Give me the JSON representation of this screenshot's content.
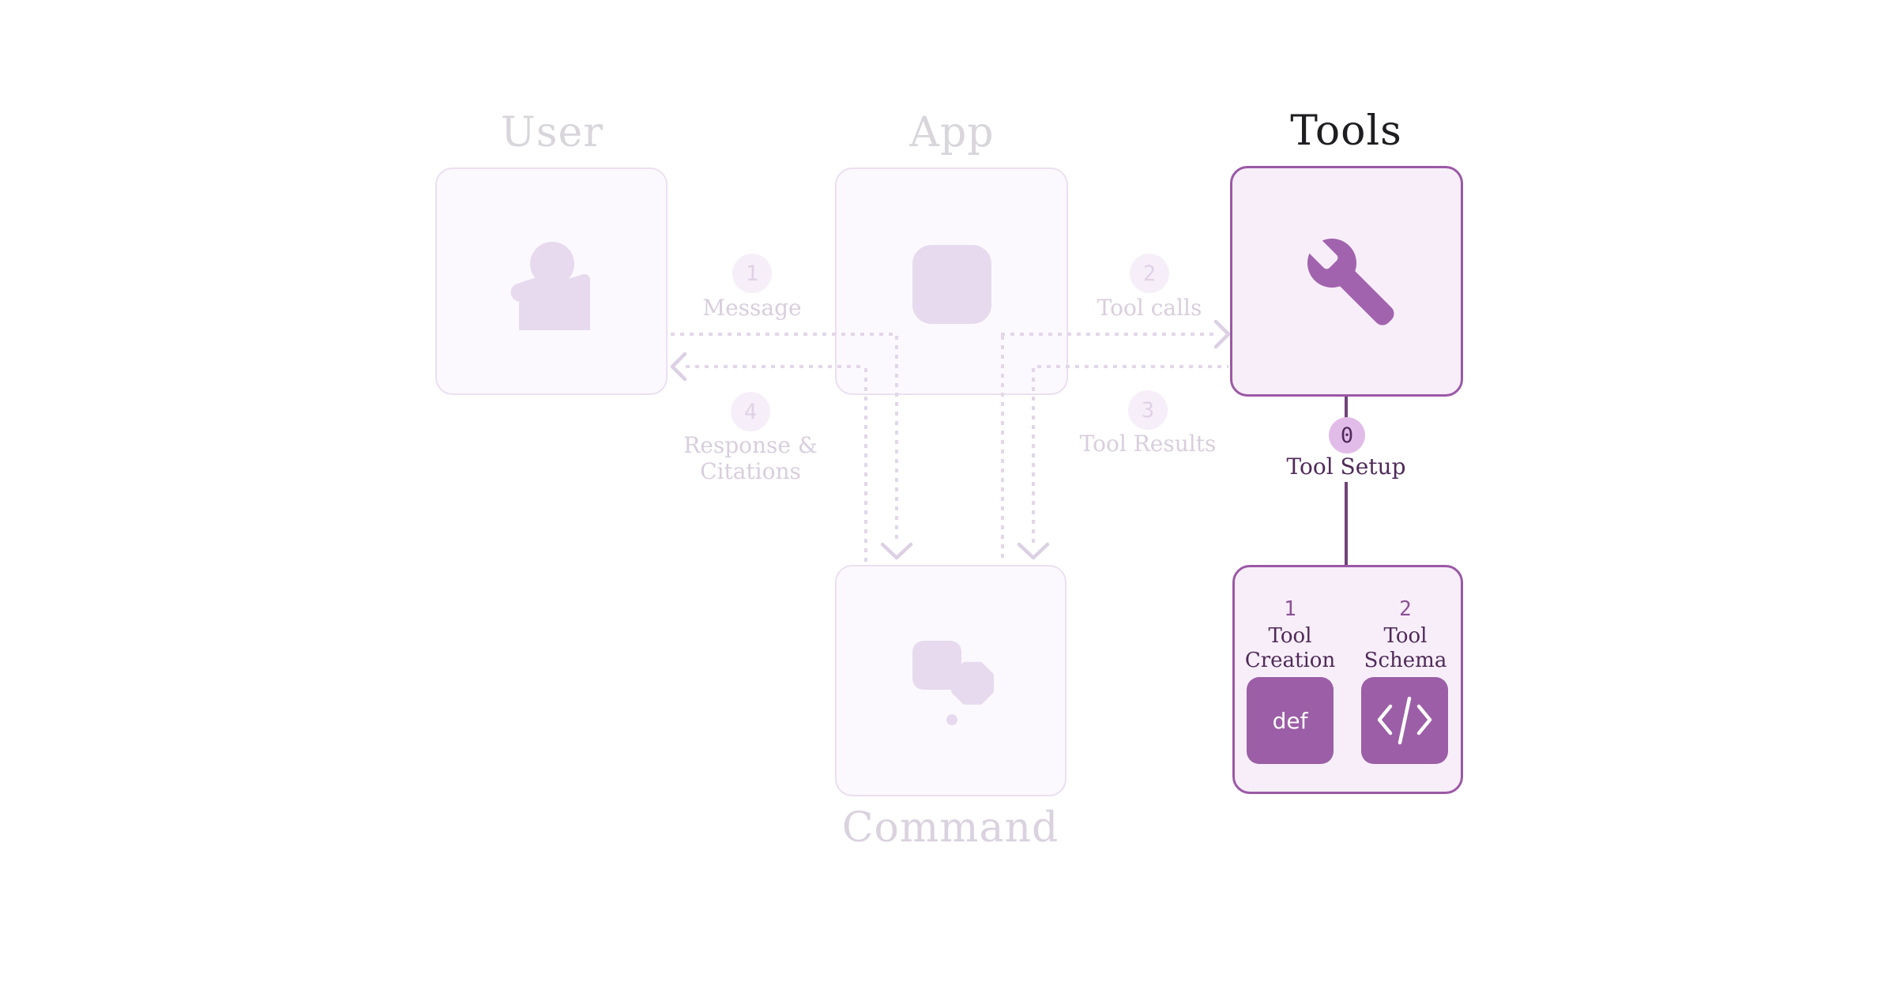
{
  "nodes": {
    "user": {
      "title": "User"
    },
    "app": {
      "title": "App"
    },
    "tools": {
      "title": "Tools"
    },
    "command": {
      "title": "Command"
    }
  },
  "flows": {
    "message": {
      "num": "1",
      "label": "Message"
    },
    "tool_calls": {
      "num": "2",
      "label": "Tool calls"
    },
    "tool_results": {
      "num": "3",
      "label": "Tool Results"
    },
    "response": {
      "num": "4",
      "line1": "Response &",
      "line2": "Citations"
    }
  },
  "tool_setup": {
    "badge": "0",
    "label": "Tool Setup",
    "steps": {
      "creation": {
        "num": "1",
        "line1": "Tool",
        "line2": "Creation",
        "chip_label": "def"
      },
      "schema": {
        "num": "2",
        "line1": "Tool",
        "line2": "Schema"
      }
    }
  },
  "icons": {
    "user": "person-icon",
    "app": "app-tile-icon",
    "tools": "wrench-icon",
    "command": "command-logo-icon",
    "schema_chip": "code-icon"
  },
  "colors": {
    "accent_purple": "#9C59A8",
    "accent_dark_text": "#4F2A59",
    "connector_purple": "#6F4378",
    "setup_badge_bg": "#E2BCE9",
    "wrench_purple": "#A263AE",
    "faded_icon_fill": "#E7DAEF",
    "faded_box_border": "#EBDFF1",
    "faded_box_bg": "#FCF9FE",
    "faded_label_text": "#D8CEDD",
    "faded_title_text": "#D8D5DB",
    "dotted_line": "#E2D6E9",
    "tools_title_text": "#1E1E22",
    "page_bg": "#FFFFFF"
  }
}
